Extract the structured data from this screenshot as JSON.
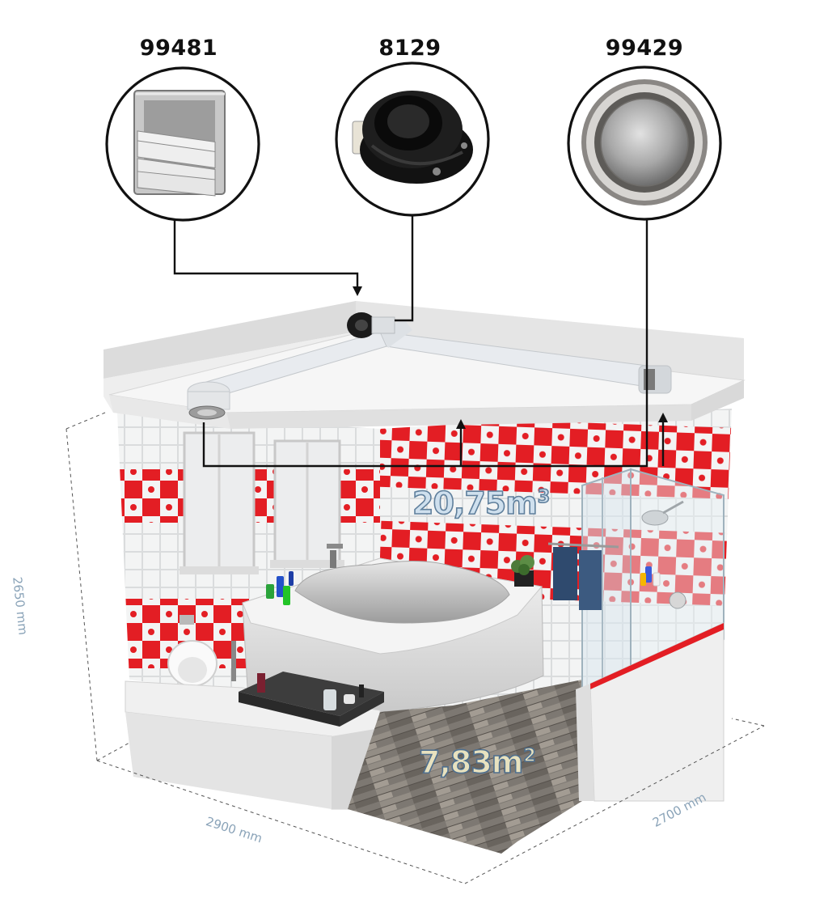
{
  "products": [
    {
      "code": "99481",
      "icon": "wall-louvre-grille-icon"
    },
    {
      "code": "8129",
      "icon": "inline-duct-fan-icon"
    },
    {
      "code": "99429",
      "icon": "disc-valve-icon"
    }
  ],
  "room": {
    "volume": "20,75m",
    "volume_unit_power": "3",
    "floor_area": "7,83m",
    "floor_area_unit_power": "2"
  },
  "dimensions": {
    "height": "2650 mm",
    "width": "2900 mm",
    "depth": "2700 mm"
  },
  "colors": {
    "tile_red": "#e31e24",
    "duct_arrow": "#111111",
    "dimension_text": "#8aa3b8",
    "label_fill": "#cfe0ee",
    "label_stroke": "#6b8ba8"
  }
}
